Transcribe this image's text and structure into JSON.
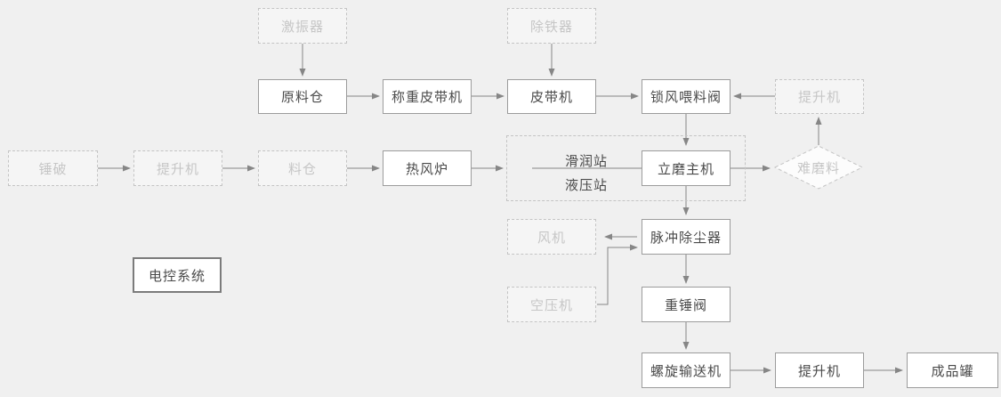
{
  "colors": {
    "background": "#f0f0f0",
    "box_fill": "#ffffff",
    "box_border": "#9c9c9c",
    "solid_text": "#4a4a4a",
    "ghost_fill": "#f5f5f5",
    "dashed_border": "#c4c4c4",
    "dashed_text": "#c6c6c6",
    "control_border": "#7b7b7b",
    "arrow": "#868686"
  },
  "diagram": {
    "nodes": {
      "exciter": {
        "label": "激振器",
        "style": "ghost"
      },
      "iron_remover": {
        "label": "除铁器",
        "style": "ghost"
      },
      "raw_material_bin": {
        "label": "原料仓",
        "style": "solid"
      },
      "weighing_belt": {
        "label": "称重皮带机",
        "style": "solid"
      },
      "belt_conveyor": {
        "label": "皮带机",
        "style": "solid"
      },
      "rotary_feeder": {
        "label": "锁风喂料阀",
        "style": "solid"
      },
      "elevator_top": {
        "label": "提升机",
        "style": "ghost"
      },
      "hammer_crusher": {
        "label": "锤破",
        "style": "ghost"
      },
      "elevator_left": {
        "label": "提升机",
        "style": "ghost"
      },
      "material_bin": {
        "label": "料仓",
        "style": "ghost"
      },
      "hot_blast_stove": {
        "label": "热风炉",
        "style": "solid"
      },
      "lubrication_station": {
        "label": "滑润站",
        "style": "inline-text"
      },
      "hydraulic_station": {
        "label": "液压站",
        "style": "inline-text"
      },
      "mill_main": {
        "label": "立磨主机",
        "style": "solid"
      },
      "hard_to_grind": {
        "label": "难磨料",
        "style": "ghost",
        "shape": "diamond"
      },
      "fan": {
        "label": "风机",
        "style": "ghost"
      },
      "pulse_dust_collector": {
        "label": "脉冲除尘器",
        "style": "solid"
      },
      "air_compressor": {
        "label": "空压机",
        "style": "ghost"
      },
      "heavy_hammer_valve": {
        "label": "重锤阀",
        "style": "solid"
      },
      "screw_conveyor": {
        "label": "螺旋输送机",
        "style": "solid"
      },
      "elevator_bottom": {
        "label": "提升机",
        "style": "solid"
      },
      "product_tank": {
        "label": "成品罐",
        "style": "solid"
      },
      "control_system": {
        "label": "电控系统",
        "style": "control"
      }
    },
    "edges": [
      {
        "from": "exciter",
        "to": "raw_material_bin"
      },
      {
        "from": "raw_material_bin",
        "to": "weighing_belt"
      },
      {
        "from": "weighing_belt",
        "to": "belt_conveyor"
      },
      {
        "from": "iron_remover",
        "to": "belt_conveyor"
      },
      {
        "from": "belt_conveyor",
        "to": "rotary_feeder"
      },
      {
        "from": "elevator_top",
        "to": "rotary_feeder"
      },
      {
        "from": "rotary_feeder",
        "to": "mill_main"
      },
      {
        "from": "hammer_crusher",
        "to": "elevator_left"
      },
      {
        "from": "elevator_left",
        "to": "material_bin"
      },
      {
        "from": "material_bin",
        "to": "hot_blast_stove"
      },
      {
        "from": "hot_blast_stove",
        "to": "mill_station_group"
      },
      {
        "from": "mill_main",
        "to": "hard_to_grind"
      },
      {
        "from": "hard_to_grind",
        "to": "elevator_top"
      },
      {
        "from": "mill_main",
        "to": "pulse_dust_collector"
      },
      {
        "from": "pulse_dust_collector",
        "to": "fan"
      },
      {
        "from": "air_compressor",
        "to": "pulse_dust_collector"
      },
      {
        "from": "pulse_dust_collector",
        "to": "heavy_hammer_valve"
      },
      {
        "from": "heavy_hammer_valve",
        "to": "screw_conveyor"
      },
      {
        "from": "screw_conveyor",
        "to": "elevator_bottom"
      },
      {
        "from": "elevator_bottom",
        "to": "product_tank"
      }
    ]
  }
}
